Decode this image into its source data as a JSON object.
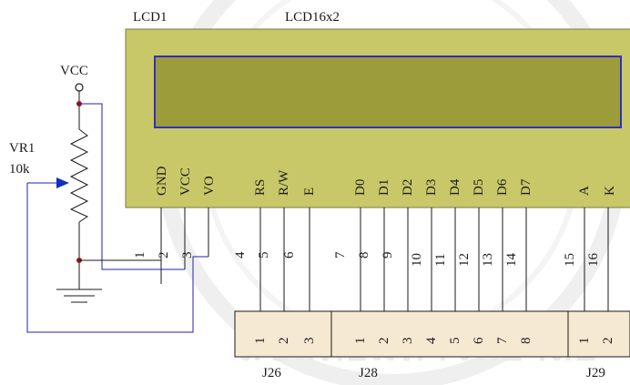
{
  "lcd": {
    "ref": "LCD1",
    "value": "LCD16x2",
    "body_color": "#c8c868",
    "screen_color": "#9c9c3a",
    "border_color": "#3030c0",
    "pins": [
      {
        "name": "GND",
        "num": "1"
      },
      {
        "name": "VCC",
        "num": "2"
      },
      {
        "name": "VO",
        "num": "3"
      },
      {
        "name": "RS",
        "num": "4"
      },
      {
        "name": "R/W",
        "num": "5"
      },
      {
        "name": "E",
        "num": "6"
      },
      {
        "name": "D0",
        "num": "7"
      },
      {
        "name": "D1",
        "num": "8"
      },
      {
        "name": "D2",
        "num": "9"
      },
      {
        "name": "D3",
        "num": "10"
      },
      {
        "name": "D4",
        "num": "11"
      },
      {
        "name": "D5",
        "num": "12"
      },
      {
        "name": "D6",
        "num": "13"
      },
      {
        "name": "D7",
        "num": "14"
      },
      {
        "name": "A",
        "num": "15"
      },
      {
        "name": "K",
        "num": "16"
      }
    ]
  },
  "power": {
    "vcc_label": "VCC"
  },
  "pot": {
    "ref": "VR1",
    "value": "10k"
  },
  "connectors": [
    {
      "ref": "J26",
      "pins": [
        "1",
        "2",
        "3"
      ]
    },
    {
      "ref": "J28",
      "pins": [
        "1",
        "2",
        "3",
        "4",
        "5",
        "6",
        "7",
        "8"
      ]
    },
    {
      "ref": "J29",
      "pins": [
        "1",
        "2"
      ]
    }
  ],
  "watermark": {
    "text": "ลิขสิทธิ์มหาวิทยาลัย"
  },
  "colors": {
    "wire": "#1a1a1a",
    "blue_wire": "#2020b0",
    "junction": "#8b1a1a",
    "pot_arrow": "#1030c0"
  }
}
